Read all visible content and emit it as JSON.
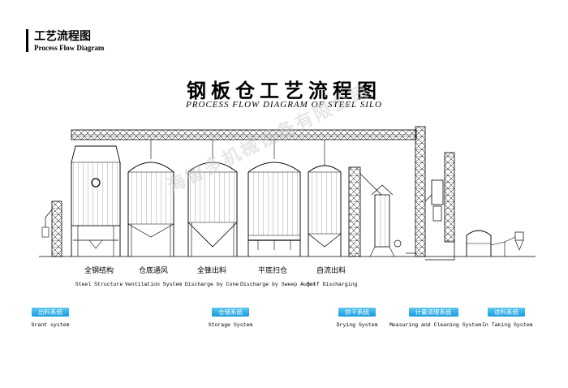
{
  "header": {
    "title_cn": "工艺流程图",
    "title_en": "Process Flow Diagram"
  },
  "diagram": {
    "title_cn": "钢板仓工艺流程图",
    "title_en": "PROCESS FLOW DIAGRAM OF STEEL SILO"
  },
  "stages": [
    {
      "cn": "全钢结构",
      "en": "Steel Structure"
    },
    {
      "cn": "仓底通风",
      "en": "Ventilation System"
    },
    {
      "cn": "全锥出料",
      "en": "Discharge by Cone"
    },
    {
      "cn": "平底扫仓",
      "en": "Discharge by Sweep Auger"
    },
    {
      "cn": "自流出料",
      "en": "Self Discharging"
    }
  ],
  "systems": [
    {
      "cn": "出料系统",
      "en": "Grant  system"
    },
    {
      "cn": "仓储系统",
      "en": "Storage  System"
    },
    {
      "cn": "烘干系统",
      "en": "Drying System"
    },
    {
      "cn": "计量清理系统",
      "en": "Measuring and Cleaning System"
    },
    {
      "cn": "进料系统",
      "en": "In Taking System"
    }
  ],
  "watermark": "海智多机械设备有限公司",
  "colors": {
    "tab_top": "#5bc7f0",
    "tab_bottom": "#1a9be0",
    "line": "#000000"
  }
}
